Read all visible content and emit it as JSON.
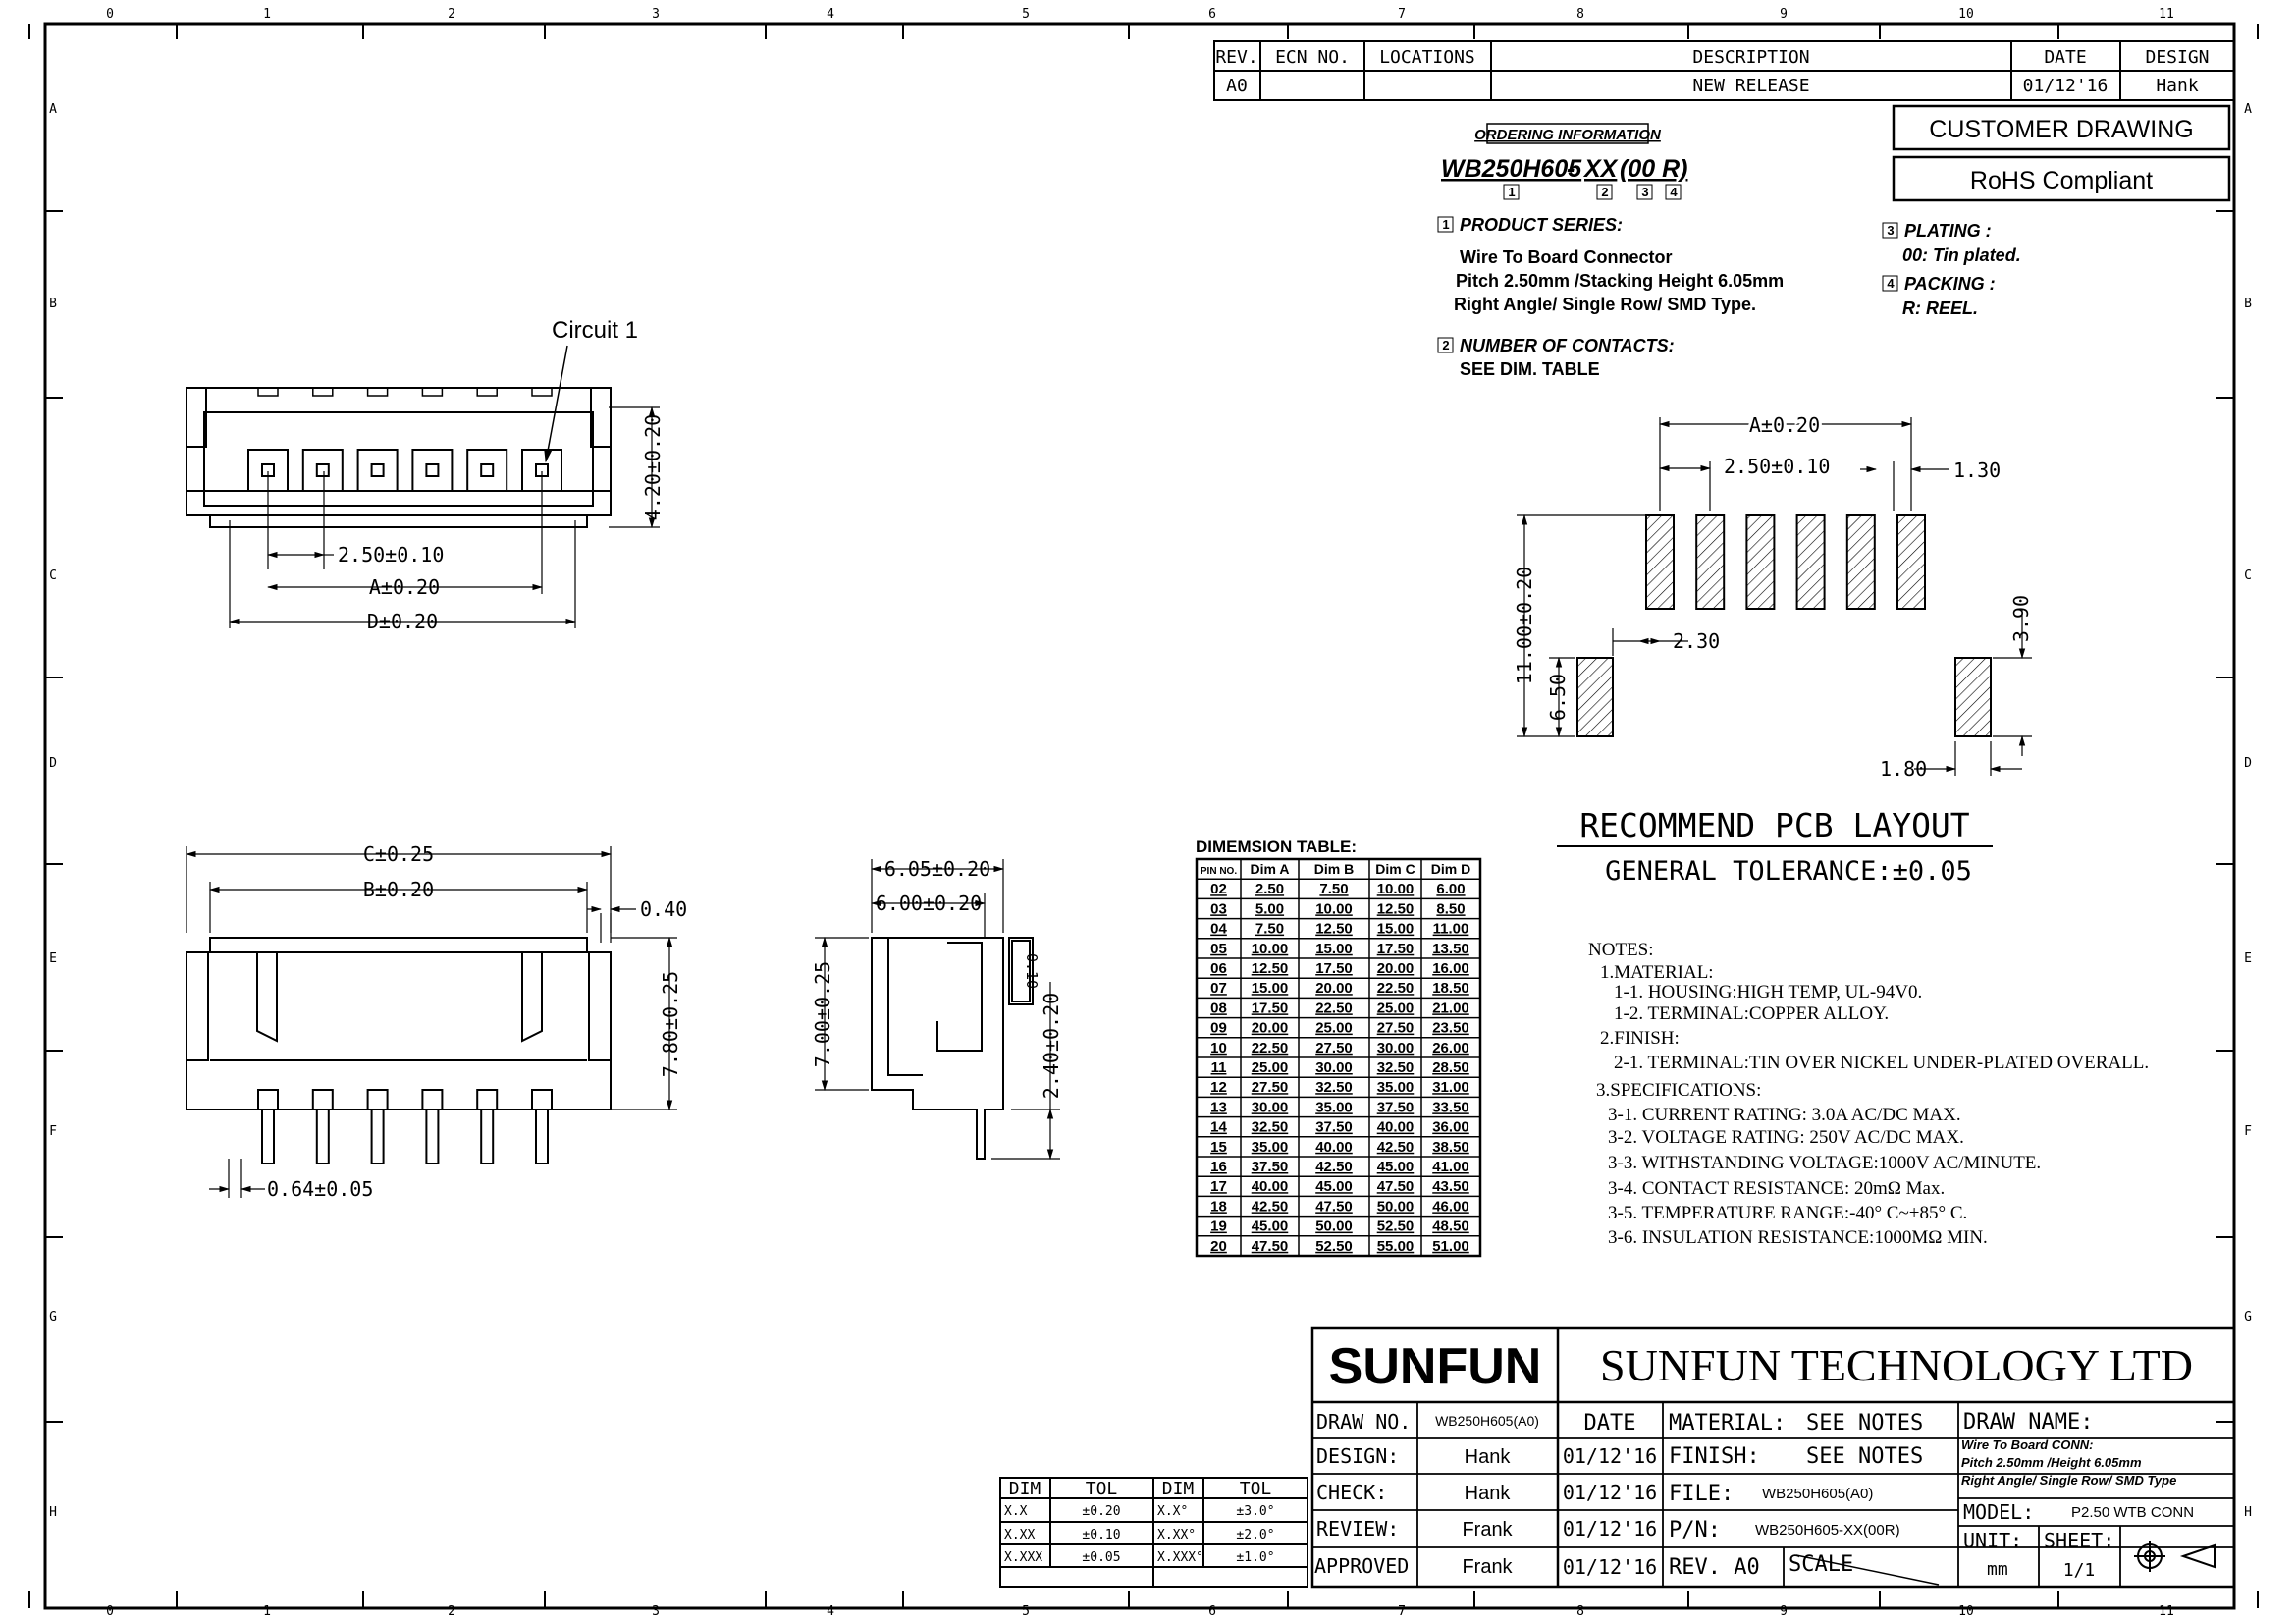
{
  "border": {
    "col_labels": [
      "0",
      "1",
      "2",
      "3",
      "4",
      "5",
      "6",
      "7",
      "8",
      "9",
      "10",
      "11"
    ],
    "row_labels": [
      "A",
      "B",
      "C",
      "D",
      "E",
      "F",
      "G",
      "H"
    ]
  },
  "revision": {
    "headers": [
      "REV.",
      "ECN NO.",
      "LOCATIONS",
      "DESCRIPTION",
      "DATE",
      "DESIGN"
    ],
    "row": [
      "A0",
      "",
      "",
      "NEW RELEASE",
      "01/12'16",
      "Hank"
    ]
  },
  "badges": {
    "customer": "CUSTOMER DRAWING",
    "rohs": "RoHS Compliant"
  },
  "ordering": {
    "title": "ORDERING INFORMATION",
    "part_base": "WB250H605",
    "part_dash": "-",
    "part_xx": "XX",
    "part_suffix": "(00 R)",
    "markers": [
      "1",
      "2",
      "3",
      "4"
    ],
    "series_title": "PRODUCT SERIES:",
    "series_lines": [
      "Wire To Board Connector",
      "Pitch 2.50mm /Stacking Height 6.05mm",
      "Right Angle/ Single Row/ SMD Type."
    ],
    "contacts_title": "NUMBER OF CONTACTS:",
    "contacts_line": "SEE DIM. TABLE",
    "plating_title": "PLATING :",
    "plating_line": "00: Tin plated.",
    "packing_title": "PACKING :",
    "packing_line": "R: REEL."
  },
  "front_view": {
    "circuit_label": "Circuit 1",
    "dims": {
      "pitch": "2.50±0.10",
      "a": "A±0.20",
      "d": "D±0.20",
      "h": "4.20±0.20"
    }
  },
  "side_view": {
    "dims": {
      "c": "C±0.25",
      "b": "B±0.20",
      "t": "0.40",
      "h": "7.80±0.25",
      "pin": "0.64±0.05"
    }
  },
  "profile_view": {
    "dims": {
      "w1": "6.05±0.20",
      "w2": "6.00±0.20",
      "h1": "7.00±0.25",
      "h2": "2.40±0.20",
      "coplanarity": "0.10"
    }
  },
  "pcb": {
    "dims": {
      "a": "A±0.20",
      "pitch": "2.50±0.10",
      "pad_w": "1.30",
      "total_h": "11.00±0.20",
      "pad_h": "6.50",
      "gap": "2.30",
      "tab_h": "3.90",
      "tab_w": "1.80"
    },
    "title": "RECOMMEND PCB LAYOUT",
    "tolerance": "GENERAL TOLERANCE:±0.05"
  },
  "dim_table": {
    "title": "DIMEMSION TABLE:",
    "headers": [
      "PIN NO.",
      "Dim A",
      "Dim B",
      "Dim C",
      "Dim D"
    ],
    "rows": [
      [
        "02",
        "2.50",
        "7.50",
        "10.00",
        "6.00"
      ],
      [
        "03",
        "5.00",
        "10.00",
        "12.50",
        "8.50"
      ],
      [
        "04",
        "7.50",
        "12.50",
        "15.00",
        "11.00"
      ],
      [
        "05",
        "10.00",
        "15.00",
        "17.50",
        "13.50"
      ],
      [
        "06",
        "12.50",
        "17.50",
        "20.00",
        "16.00"
      ],
      [
        "07",
        "15.00",
        "20.00",
        "22.50",
        "18.50"
      ],
      [
        "08",
        "17.50",
        "22.50",
        "25.00",
        "21.00"
      ],
      [
        "09",
        "20.00",
        "25.00",
        "27.50",
        "23.50"
      ],
      [
        "10",
        "22.50",
        "27.50",
        "30.00",
        "26.00"
      ],
      [
        "11",
        "25.00",
        "30.00",
        "32.50",
        "28.50"
      ],
      [
        "12",
        "27.50",
        "32.50",
        "35.00",
        "31.00"
      ],
      [
        "13",
        "30.00",
        "35.00",
        "37.50",
        "33.50"
      ],
      [
        "14",
        "32.50",
        "37.50",
        "40.00",
        "36.00"
      ],
      [
        "15",
        "35.00",
        "40.00",
        "42.50",
        "38.50"
      ],
      [
        "16",
        "37.50",
        "42.50",
        "45.00",
        "41.00"
      ],
      [
        "17",
        "40.00",
        "45.00",
        "47.50",
        "43.50"
      ],
      [
        "18",
        "42.50",
        "47.50",
        "50.00",
        "46.00"
      ],
      [
        "19",
        "45.00",
        "50.00",
        "52.50",
        "48.50"
      ],
      [
        "20",
        "47.50",
        "52.50",
        "55.00",
        "51.00"
      ]
    ]
  },
  "notes": {
    "title": "NOTES:",
    "lines": [
      "1.MATERIAL:",
      "1-1. HOUSING:HIGH TEMP, UL-94V0.",
      "1-2. TERMINAL:COPPER ALLOY.",
      "2.FINISH:",
      "2-1. TERMINAL:TIN OVER NICKEL UNDER-PLATED OVERALL.",
      "3.SPECIFICATIONS:",
      "3-1. CURRENT RATING: 3.0A AC/DC MAX.",
      "3-2. VOLTAGE RATING: 250V AC/DC MAX.",
      "3-3. WITHSTANDING VOLTAGE:1000V AC/MINUTE.",
      "3-4. CONTACT RESISTANCE: 20mΩ Max.",
      "3-5. TEMPERATURE RANGE:-40° C~+85° C.",
      "3-6. INSULATION RESISTANCE:1000MΩ MIN."
    ]
  },
  "tolerance_table": {
    "headers": [
      "DIM",
      "TOL",
      "DIM",
      "TOL"
    ],
    "rows": [
      [
        "X.X",
        "±0.20",
        "X.X°",
        "±3.0°"
      ],
      [
        "X.XX",
        "±0.10",
        "X.XX°",
        "±2.0°"
      ],
      [
        "X.XXX",
        "±0.05",
        "X.XXX°",
        "±1.0°"
      ]
    ]
  },
  "title_block": {
    "logo": "SUNFUN",
    "company": "SUNFUN TECHNOLOGY LTD",
    "draw_no_label": "DRAW NO.",
    "draw_no": "WB250H605(A0)",
    "date_label": "DATE",
    "material_label": "MATERIAL:",
    "material": "SEE NOTES",
    "draw_name_label": "DRAW NAME:",
    "draw_name_lines": [
      "Wire To Board CONN:",
      "Pitch 2.50mm /Height 6.05mm",
      "Right Angle/ Single Row/ SMD Type"
    ],
    "design_label": "DESIGN:",
    "design": "Hank",
    "design_date": "01/12'16",
    "finish_label": "FINISH:",
    "finish": "SEE NOTES",
    "check_label": "CHECK:",
    "check": "Hank",
    "check_date": "01/12'16",
    "file_label": "FILE:",
    "file": "WB250H605(A0)",
    "model_label": "MODEL:",
    "model": "P2.50 WTB CONN",
    "review_label": "REVIEW:",
    "review": "Frank",
    "review_date": "01/12'16",
    "pn_label": "P/N:",
    "pn": "WB250H605-XX(00R)",
    "unit_label": "UNIT:",
    "unit": "mm",
    "sheet_label": "SHEET:",
    "sheet": "1/1",
    "approved_label": "APPROVED",
    "approved": "Frank",
    "approved_date": "01/12'16",
    "rev_label": "REV. A0",
    "scale_label": "SCALE"
  }
}
